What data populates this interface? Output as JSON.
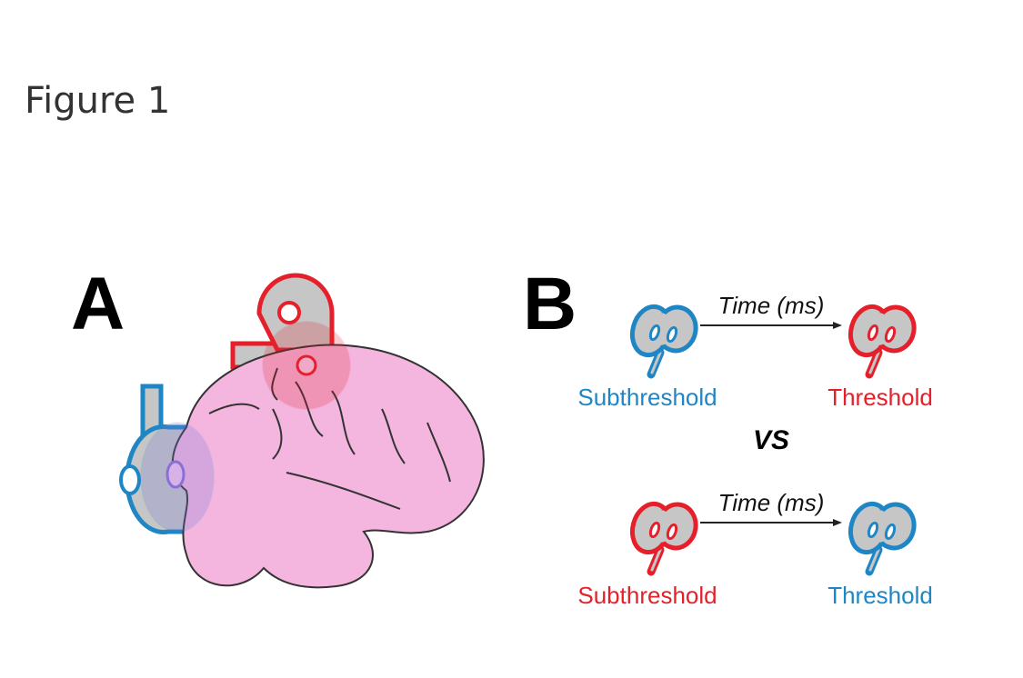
{
  "title": "Figure 1",
  "panel_a": {
    "letter": "A"
  },
  "panel_b": {
    "letter": "B",
    "top": {
      "arrow_label": "Time (ms)",
      "left_label": "Subthreshold",
      "right_label": "Threshold"
    },
    "separator": "VS",
    "bottom": {
      "arrow_label": "Time (ms)",
      "left_label": "Subthreshold",
      "right_label": "Threshold"
    }
  },
  "colors": {
    "blue": "#1f86c6",
    "red": "#e5202b",
    "brain": "#f4b6df",
    "coil_gray": "#c6c6c6"
  }
}
